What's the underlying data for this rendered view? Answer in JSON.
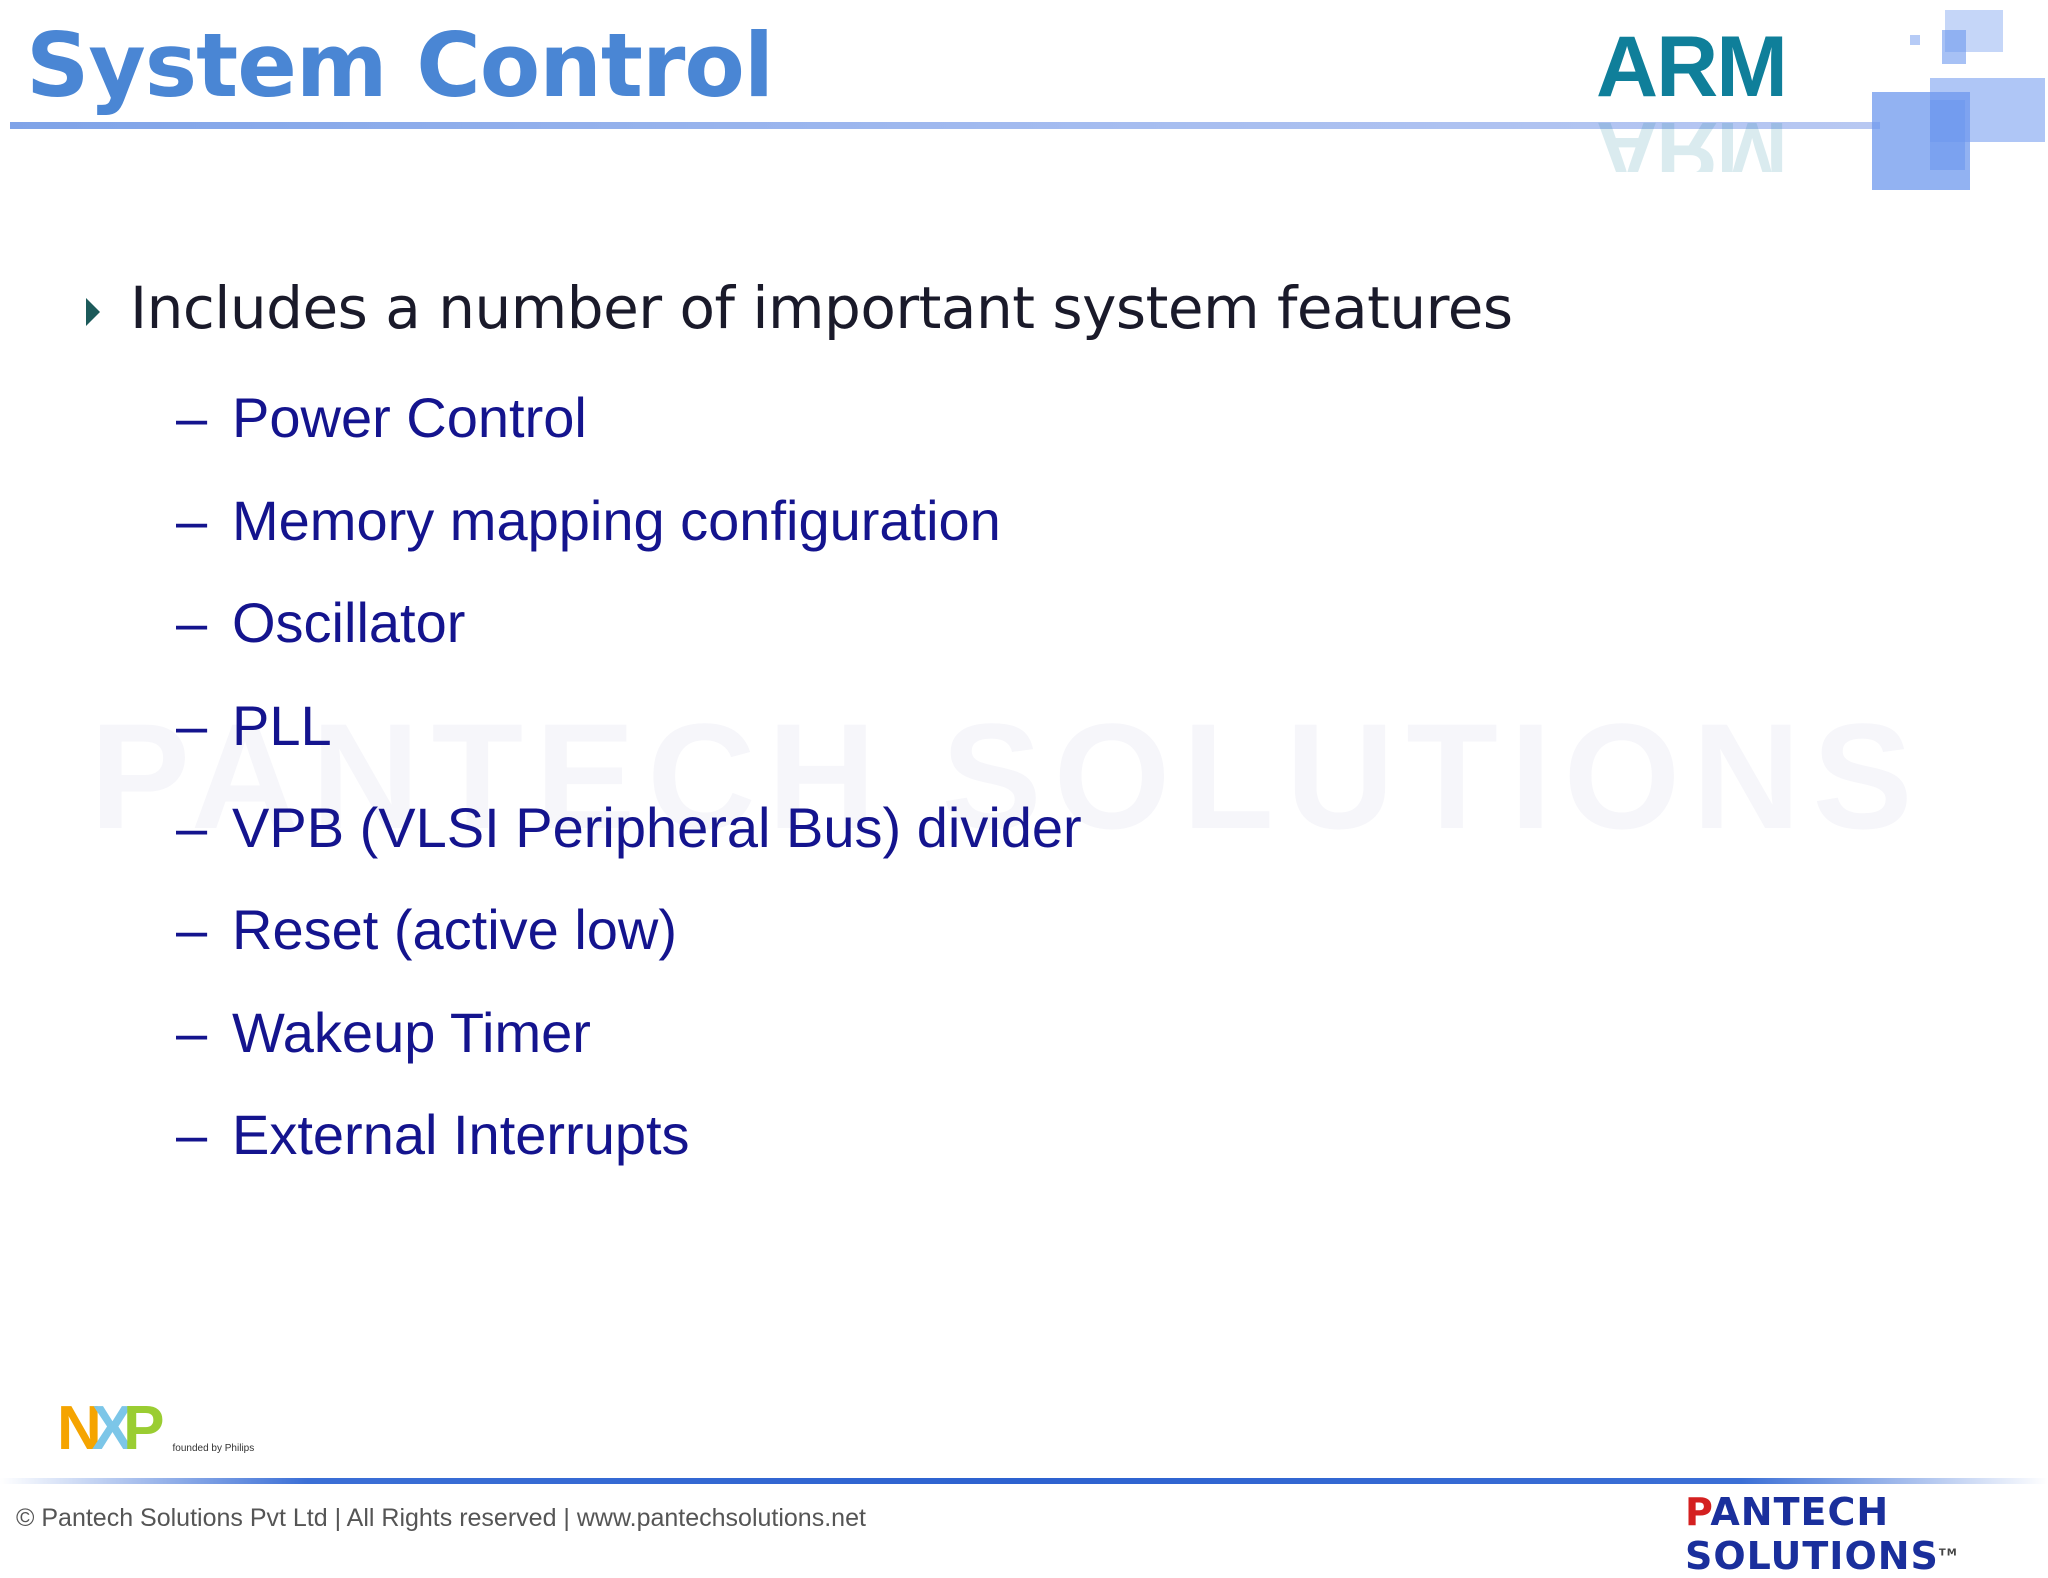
{
  "slide": {
    "title": "System Control",
    "main_bullet": "Includes a number of important system features",
    "sub_items": [
      "Power Control",
      "Memory mapping configuration",
      "Oscillator",
      "PLL",
      "VPB (VLSI Peripheral Bus) divider",
      "Reset (active low)",
      "Wakeup Timer",
      "External Interrupts"
    ],
    "dash": "–"
  },
  "logos": {
    "arm": "ARM",
    "nxp": "NXP",
    "nxp_tagline": "founded by Philips",
    "pantech_first": "P",
    "pantech_rest": "ANTECH SOLUTIONS",
    "pantech_tm": "TM",
    "watermark": "PANTECH SOLUTIONS"
  },
  "footer": {
    "copyright": "© Pantech Solutions Pvt Ltd | All Rights reserved | www.pantechsolutions.net"
  },
  "colors": {
    "title": "#4a86d4",
    "sub_items": "#14148e",
    "arm": "#0f7f9a"
  }
}
